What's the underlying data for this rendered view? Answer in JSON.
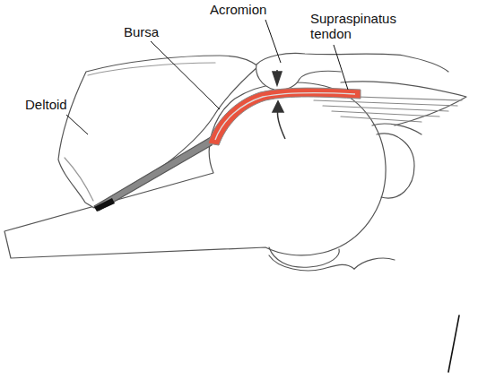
{
  "diagram": {
    "labels": [
      "Acromion",
      "Bursa",
      "Supraspinatus tendon",
      "Deltoid"
    ]
  }
}
